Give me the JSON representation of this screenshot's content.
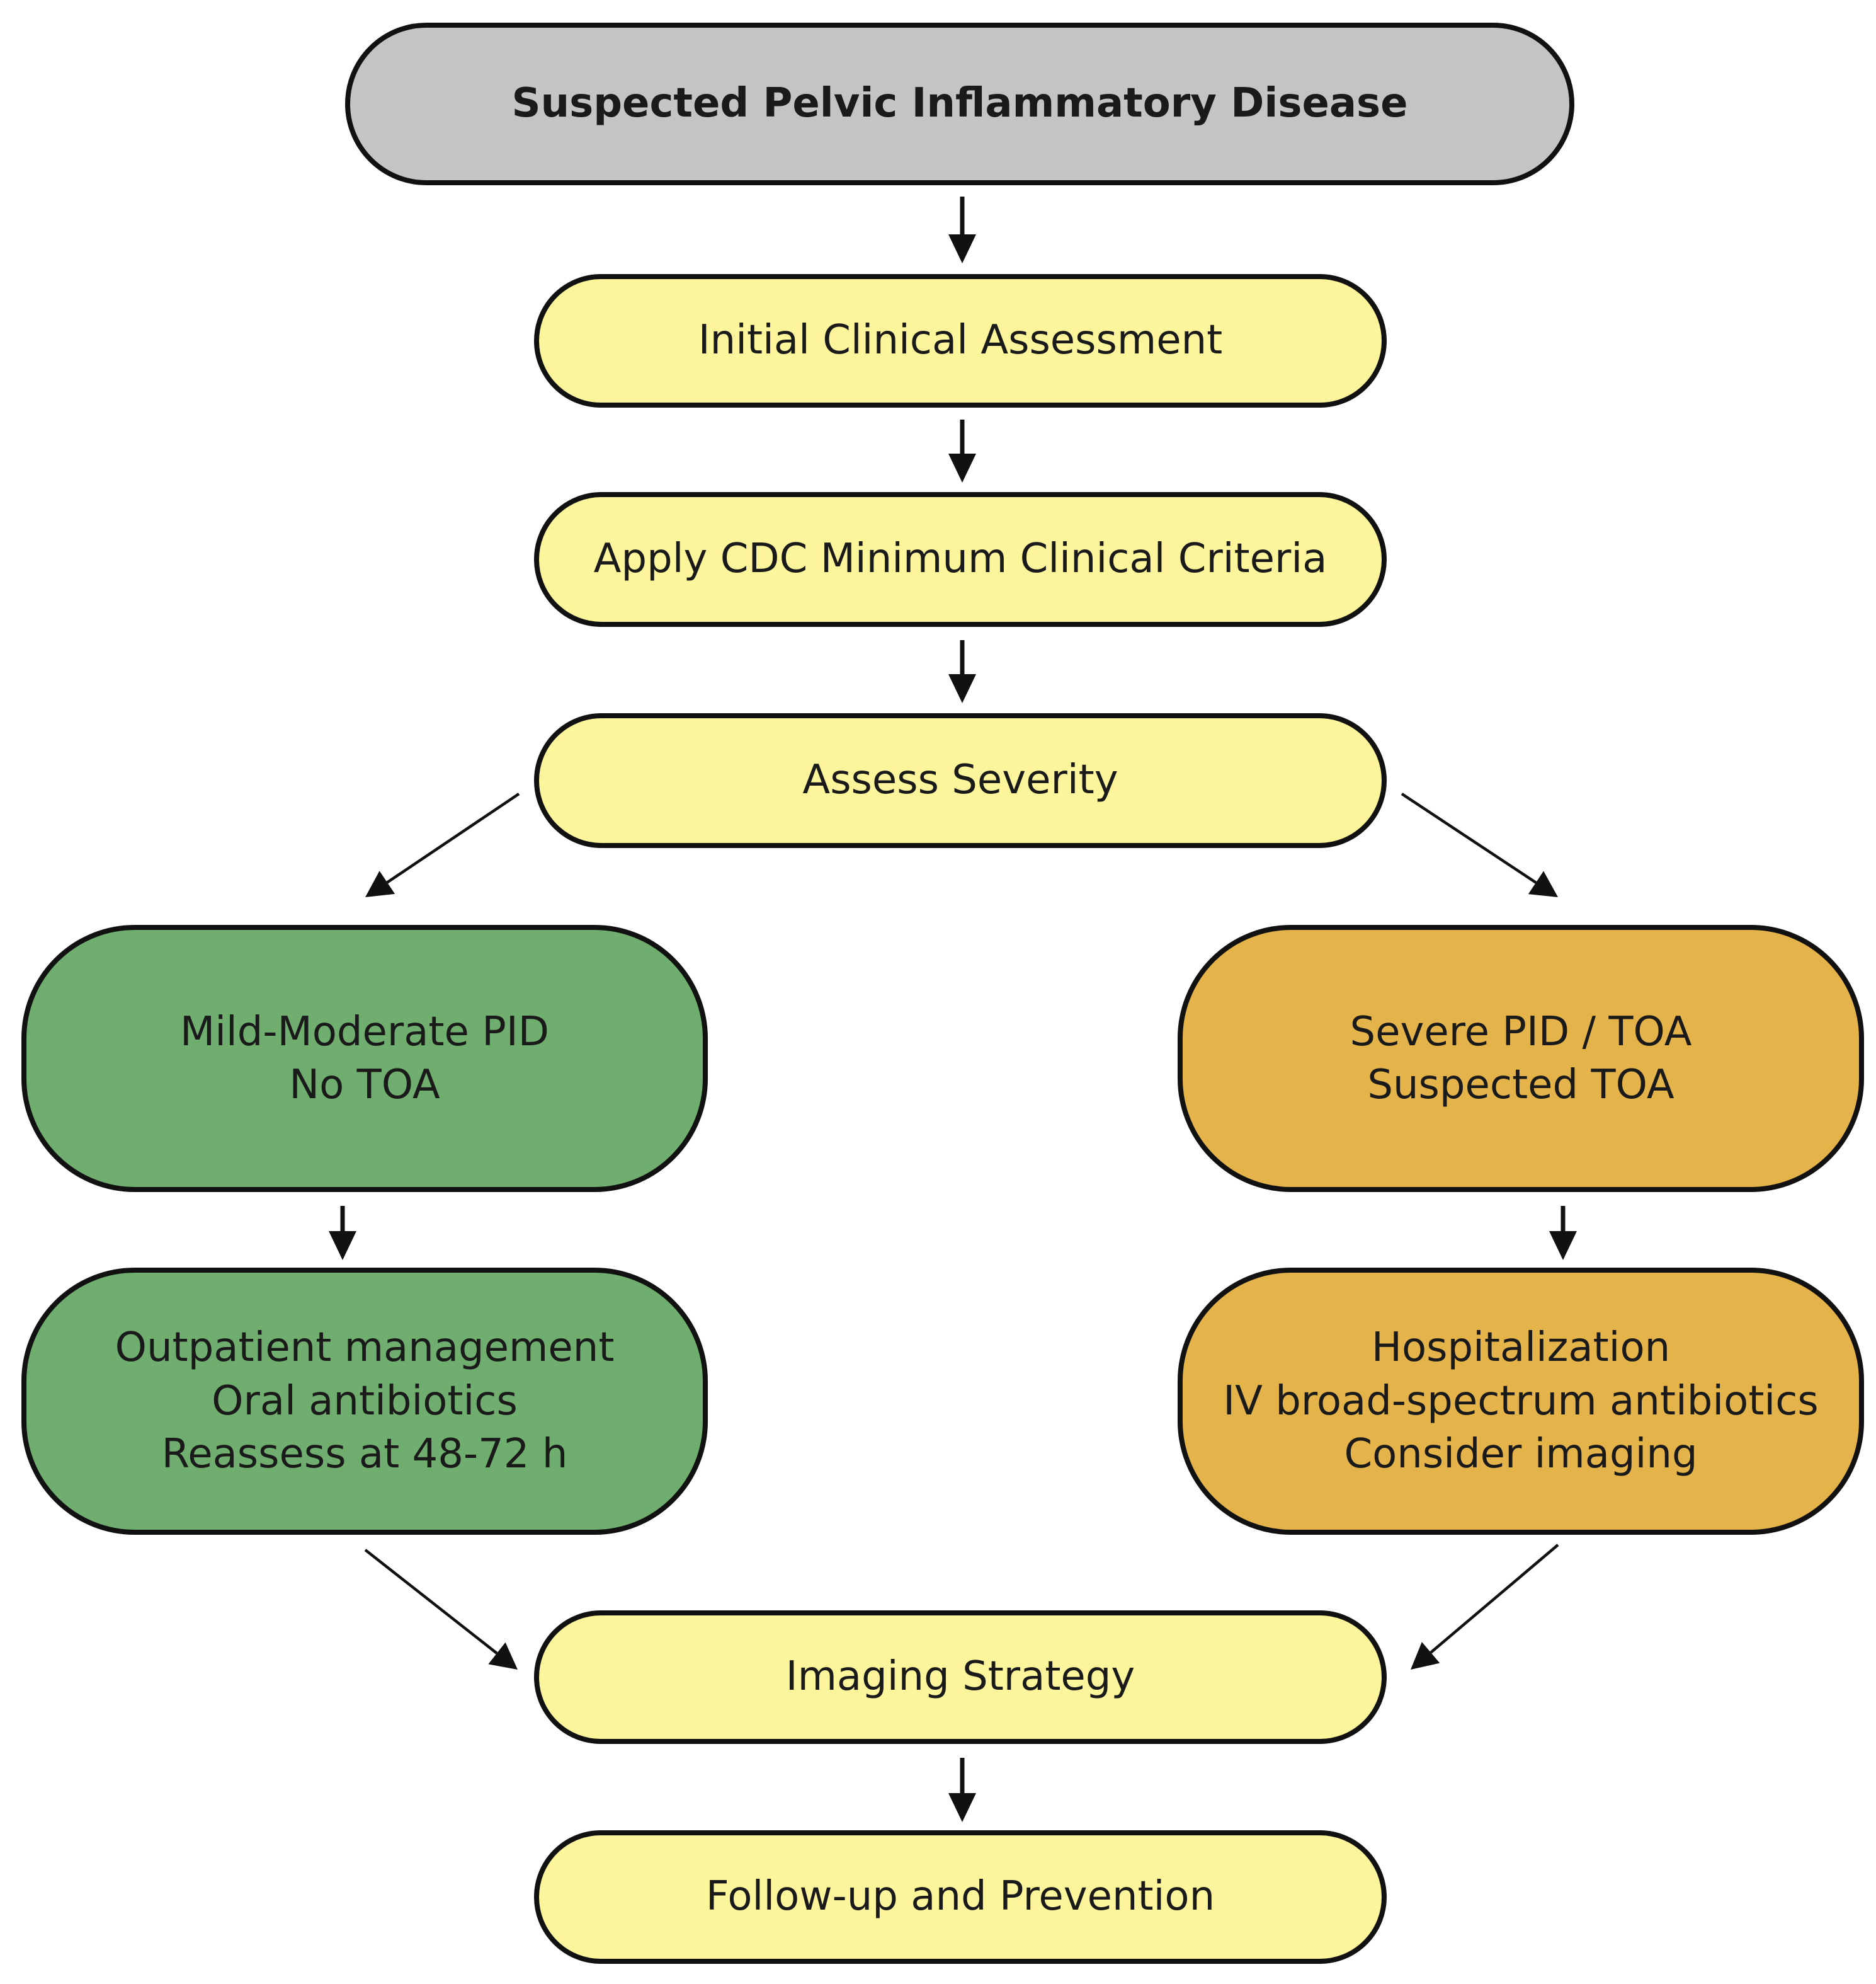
{
  "colors": {
    "start_fill": "#c4c4c4",
    "step_fill": "#fdf59b",
    "mild_fill": "#6fae6e",
    "severe_fill": "#e4b349",
    "stroke": "#111111",
    "arrow": "#111111"
  },
  "nodes": {
    "start": {
      "text": "Suspected Pelvic Inflammatory Disease"
    },
    "initial": {
      "text": "Initial Clinical Assessment"
    },
    "cdc": {
      "text": "Apply CDC Minimum Clinical Criteria"
    },
    "severity": {
      "text": "Assess Severity"
    },
    "mild": {
      "line1": "Mild-Moderate PID",
      "line2": "No TOA"
    },
    "severe": {
      "line1": "Severe PID / TOA",
      "line2": "Suspected TOA"
    },
    "outpatient": {
      "line1": "Outpatient management",
      "line2": "Oral antibiotics",
      "line3": "Reassess at 48-72 h"
    },
    "hospital": {
      "line1": "Hospitalization",
      "line2": "IV broad-spectrum antibiotics",
      "line3": "Consider imaging"
    },
    "imaging": {
      "text": "Imaging Strategy"
    },
    "followup": {
      "text": "Follow-up and Prevention"
    }
  },
  "edges": [
    {
      "from": "start",
      "to": "initial"
    },
    {
      "from": "initial",
      "to": "cdc"
    },
    {
      "from": "cdc",
      "to": "severity"
    },
    {
      "from": "severity",
      "to": "mild"
    },
    {
      "from": "severity",
      "to": "severe"
    },
    {
      "from": "mild",
      "to": "outpatient"
    },
    {
      "from": "severe",
      "to": "hospital"
    },
    {
      "from": "outpatient",
      "to": "imaging"
    },
    {
      "from": "hospital",
      "to": "imaging"
    },
    {
      "from": "imaging",
      "to": "followup"
    }
  ]
}
